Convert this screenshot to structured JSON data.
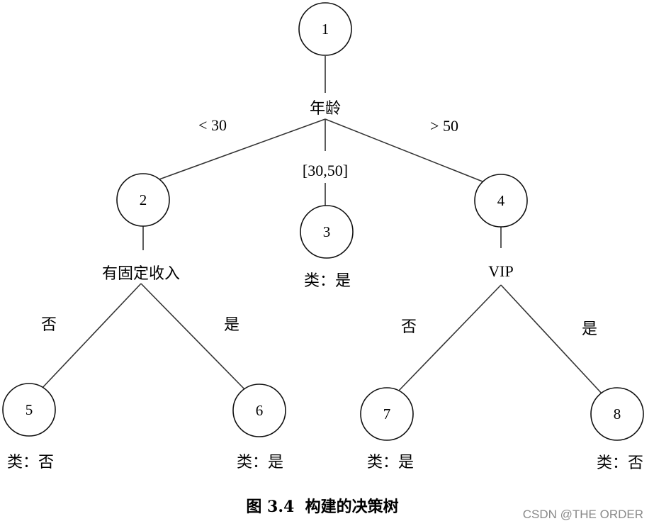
{
  "nodes": {
    "n1": "1",
    "n2": "2",
    "n3": "3",
    "n4": "4",
    "n5": "5",
    "n6": "6",
    "n7": "7",
    "n8": "8"
  },
  "splits": {
    "root": "年龄",
    "left": "有固定收入",
    "right": "VIP"
  },
  "branches": {
    "age_lt30": "< 30",
    "age_30_50": "[30,50]",
    "age_gt50": "> 50",
    "income_no": "否",
    "income_yes": "是",
    "vip_no": "否",
    "vip_yes": "是"
  },
  "leaves": {
    "n3": "类：是",
    "n5": "类：否",
    "n6": "类：是",
    "n7": "类：是",
    "n8": "类：否"
  },
  "caption": "图 3.4  构建的决策树",
  "watermark": "CSDN @THE ORDER"
}
